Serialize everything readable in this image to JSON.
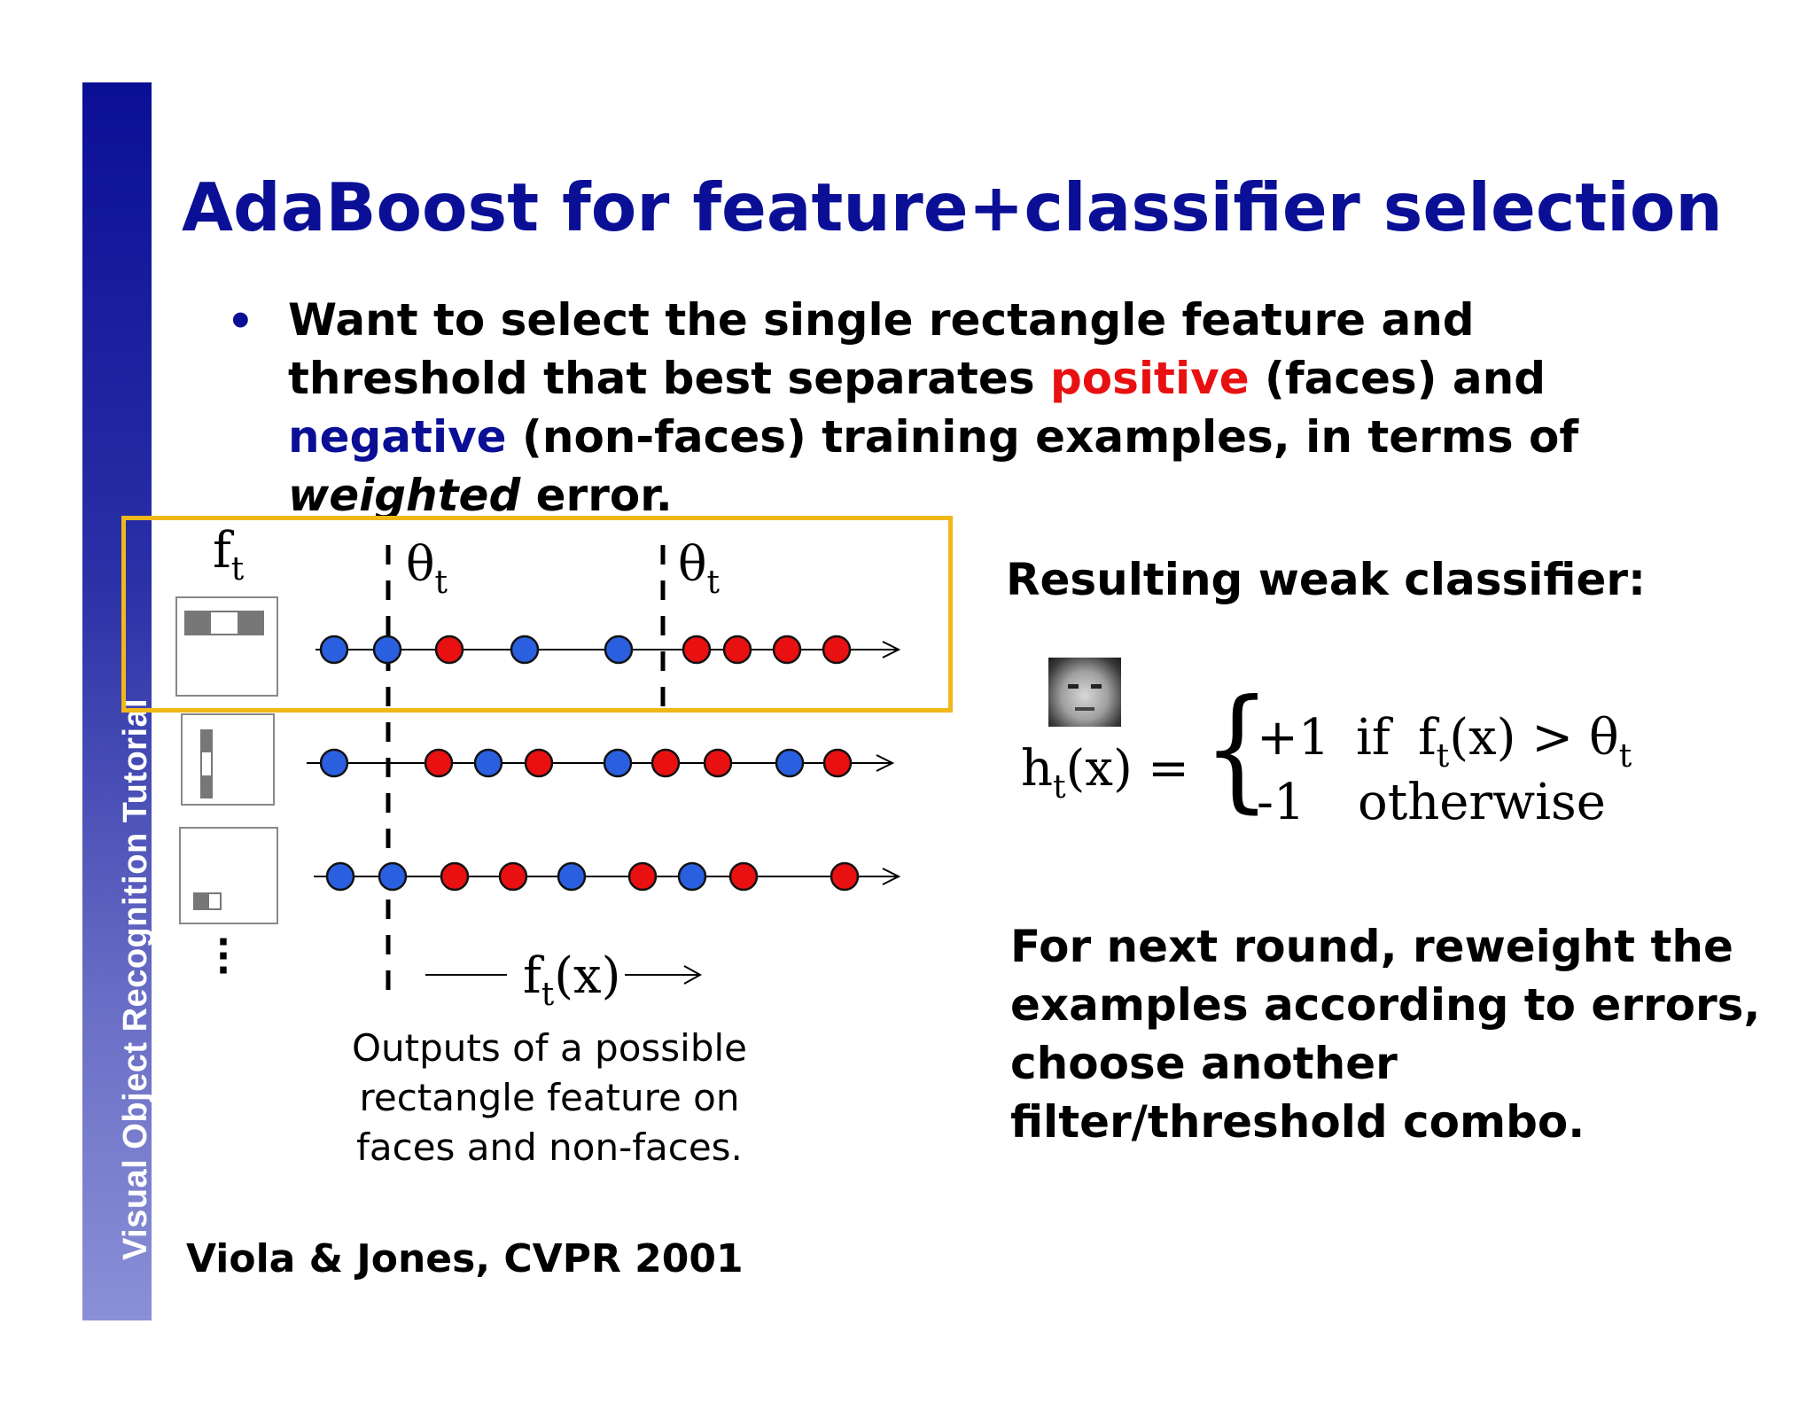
{
  "sidebar": {
    "label": "Visual Object Recognition Tutorial"
  },
  "title": "AdaBoost for feature+classifier selection",
  "bullet": {
    "part1": "Want to select the single rectangle feature and threshold that best separates ",
    "positive": "positive",
    "part2": " (faces) and ",
    "negative": "negative",
    "part3": " (non-faces) training examples, in terms of ",
    "weighted": "weighted",
    "part4": " error."
  },
  "diagram": {
    "f_label": "f",
    "f_sub": "t",
    "theta_label": "θ",
    "theta_sub": "t",
    "axis_label": "f",
    "axis_sub": "t",
    "axis_arg": "(x)",
    "caption": "Outputs of a possible rectangle feature on faces and non-faces.",
    "rows": [
      [
        "neg",
        "neg",
        "pos",
        "neg",
        "neg",
        "pos",
        "pos",
        "pos",
        "pos"
      ],
      [
        "neg",
        "pos",
        "neg",
        "pos",
        "neg",
        "pos",
        "pos",
        "neg",
        "pos"
      ],
      [
        "neg",
        "neg",
        "pos",
        "pos",
        "neg",
        "pos",
        "neg",
        "pos",
        "pos"
      ]
    ],
    "colors": {
      "pos": "#e81010",
      "neg": "#2a5fe0"
    }
  },
  "classifier": {
    "title": "Resulting weak classifier:",
    "h": "h",
    "h_sub": "t",
    "h_arg": "(x)",
    "equals": "=",
    "plus_one": "+1",
    "if_text": "if",
    "cond_f": "f",
    "cond_sub": "t",
    "cond_rest": "(x) > θ",
    "cond_theta_sub": "t",
    "minus_one": "-1",
    "otherwise": "otherwise"
  },
  "next_round": "For next round, reweight the examples according to errors, choose another filter/threshold combo.",
  "citation": "Viola & Jones, CVPR 2001"
}
